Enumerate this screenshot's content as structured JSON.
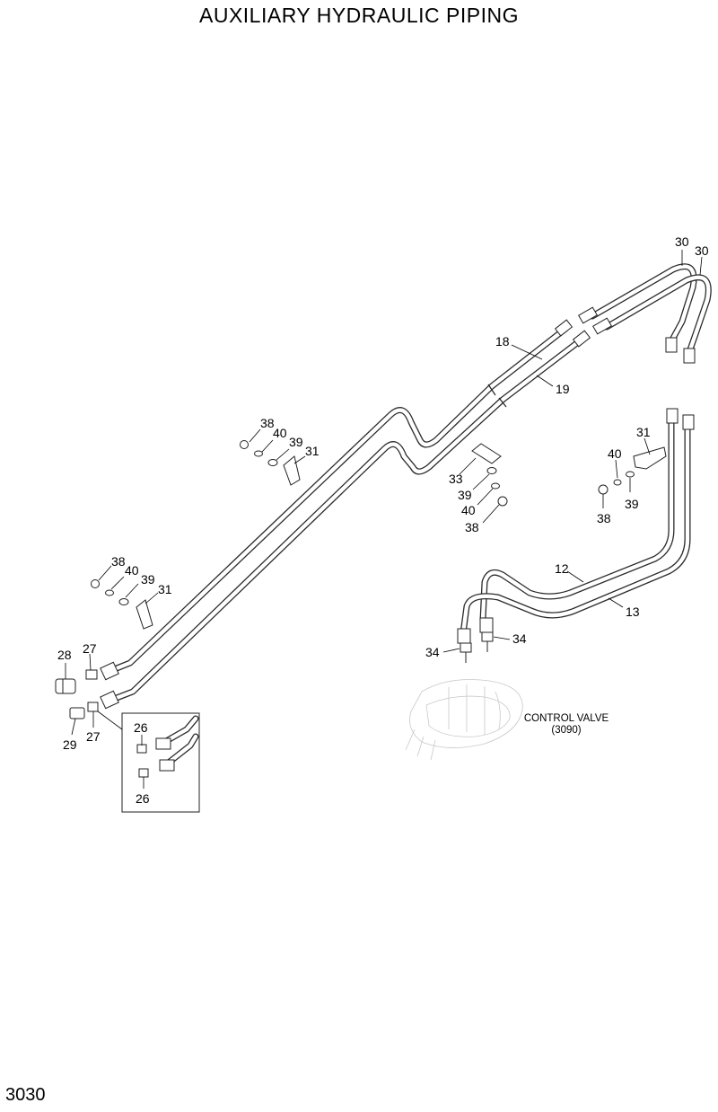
{
  "page": {
    "title": "AUXILIARY HYDRAULIC PIPING",
    "number": "3030"
  },
  "control_valve": {
    "label": "CONTROL VALVE",
    "ref": "(3090)"
  },
  "callouts": {
    "p30a": "30",
    "p30b": "30",
    "p18": "18",
    "p19": "19",
    "p38a": "38",
    "p40a": "40",
    "p39a": "39",
    "p31a": "31",
    "p33": "33",
    "p39b": "39",
    "p40b": "40",
    "p38b": "38",
    "p31b": "31",
    "p40c": "40",
    "p39c": "39",
    "p38c": "38",
    "p38d": "38",
    "p40d": "40",
    "p39d": "39",
    "p31c": "31",
    "p12": "12",
    "p13": "13",
    "p28": "28",
    "p27a": "27",
    "p29": "29",
    "p27b": "27",
    "p34a": "34",
    "p34b": "34",
    "p26a": "26",
    "p26b": "26"
  }
}
